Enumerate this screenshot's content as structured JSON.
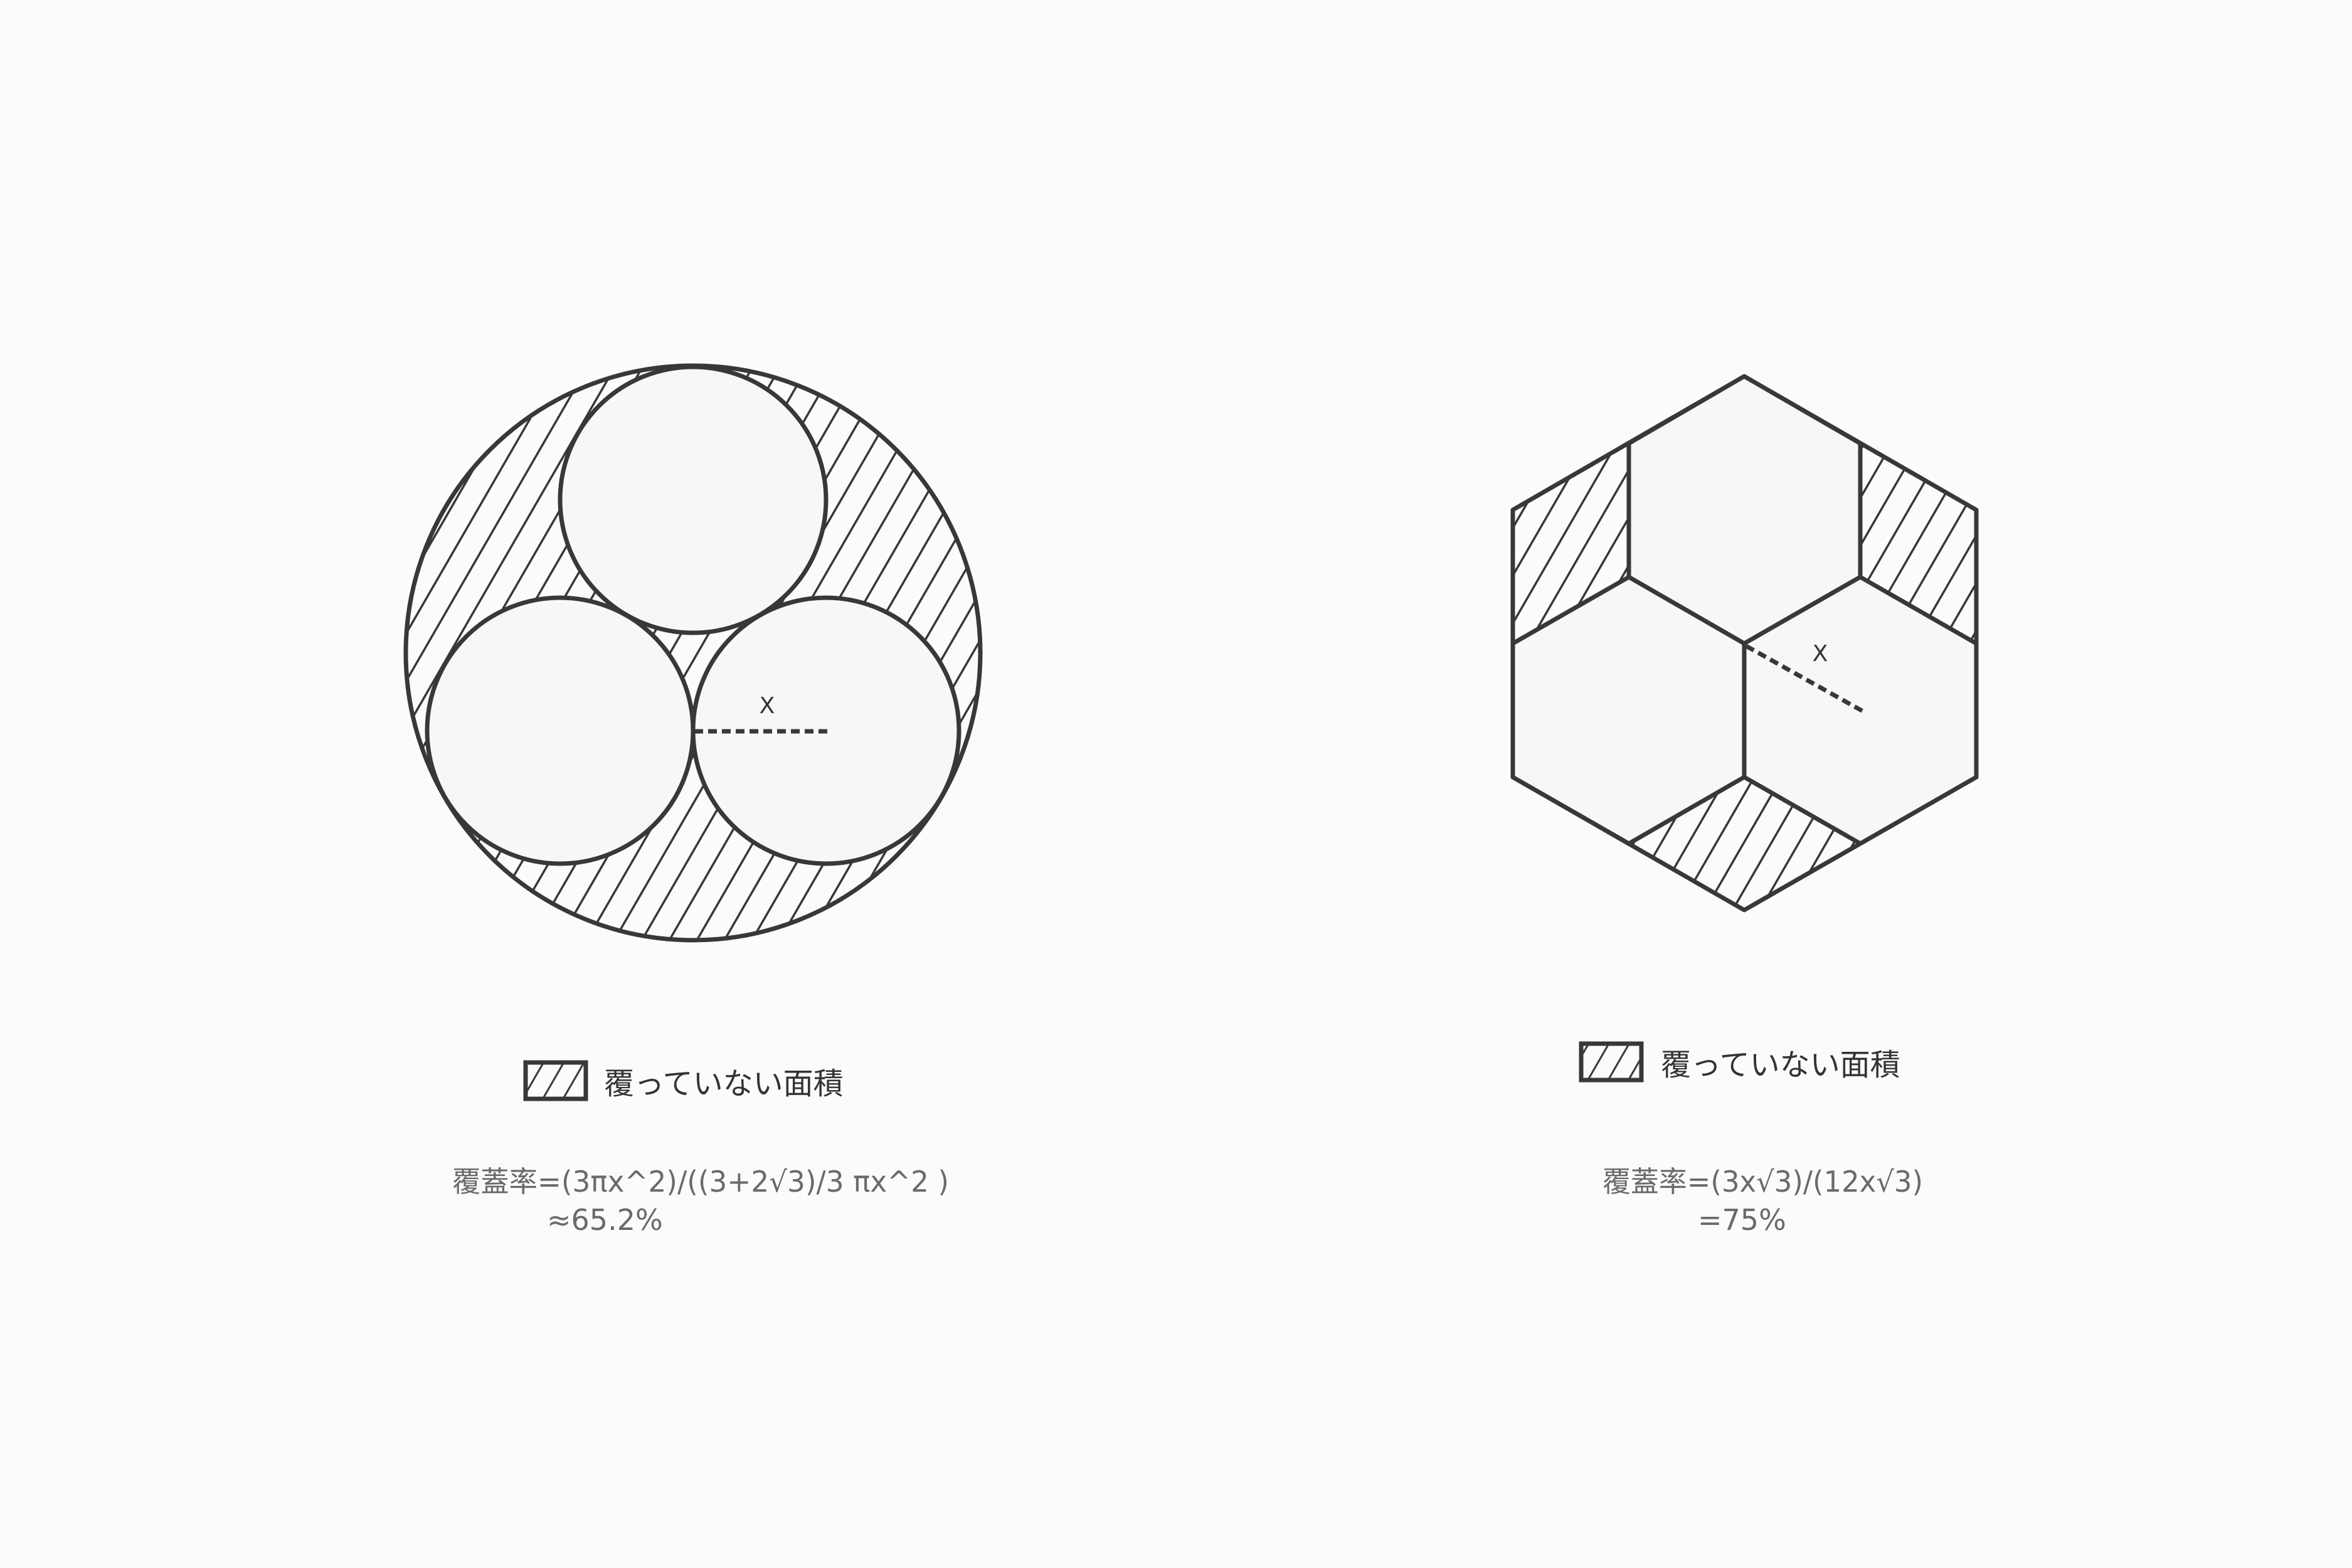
{
  "circle_diagram": {
    "radius_label": "X",
    "legend_label": "覆っていない面積",
    "formula_line1": "覆蓋率=(3πx^2)/((3+2√3)/3 πx^2 )",
    "formula_line2": "≈65.2%"
  },
  "hexagon_diagram": {
    "radius_label": "X",
    "legend_label": "覆っていない面積",
    "formula_line1": "覆蓋率=(3x√3)/(12x√3)",
    "formula_line2": "=75%"
  },
  "colors": {
    "background": "#fbfbfb",
    "stroke": "#3a3737",
    "fill": "#f7f7f7",
    "formula_text": "#6a6a6a"
  }
}
